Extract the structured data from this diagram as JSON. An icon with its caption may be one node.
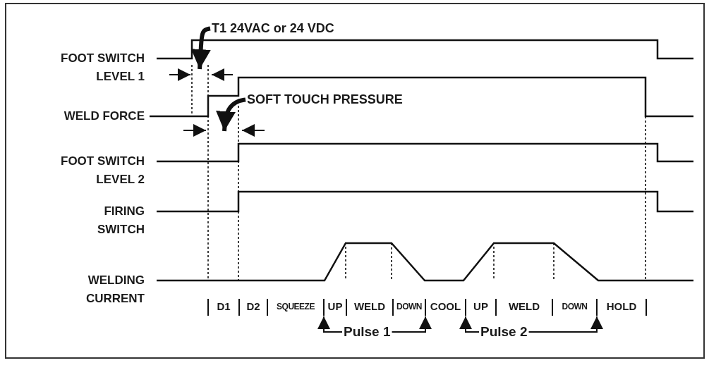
{
  "diagram": {
    "nodes": [
      {
        "text": [
          "T1 24VAC or 24 VDC"
        ]
      },
      {
        "text": [
          "SOFT TOUCH PRESSURE"
        ]
      },
      {
        "text": [
          "Pulse 1"
        ]
      },
      {
        "text": [
          "Pulse 2"
        ]
      },
      {
        "text": [],
        "shape": "bar"
      },
      {
        "text": [],
        "shape": "bar"
      },
      {
        "text": [],
        "shape": "bar"
      },
      {
        "text": [],
        "shape": "bar"
      }
    ],
    "edges": [
      {
        "from": 0,
        "to": null,
        "arrow": "to",
        "style": "thick"
      },
      {
        "from": 1,
        "to": null,
        "arrow": "to",
        "style": "thick"
      },
      {
        "from": 2,
        "to": 4,
        "arrow": "to"
      },
      {
        "from": 2,
        "to": 5,
        "arrow": "to"
      },
      {
        "from": 3,
        "to": 6,
        "arrow": "to"
      },
      {
        "from": 3,
        "to": 7,
        "arrow": "to"
      }
    ],
    "labels": [
      "FOOT SWITCH LEVEL 1",
      "WELD FORCE",
      "FOOT SWITCH LEVEL 2",
      "FIRING SWITCH",
      "WELDING CURRENT",
      "D1",
      "D2",
      "SQUEEZE",
      "UP",
      "WELD",
      "DOWN",
      "COOL",
      "UP",
      "WELD",
      "DOWN",
      "HOLD"
    ]
  }
}
